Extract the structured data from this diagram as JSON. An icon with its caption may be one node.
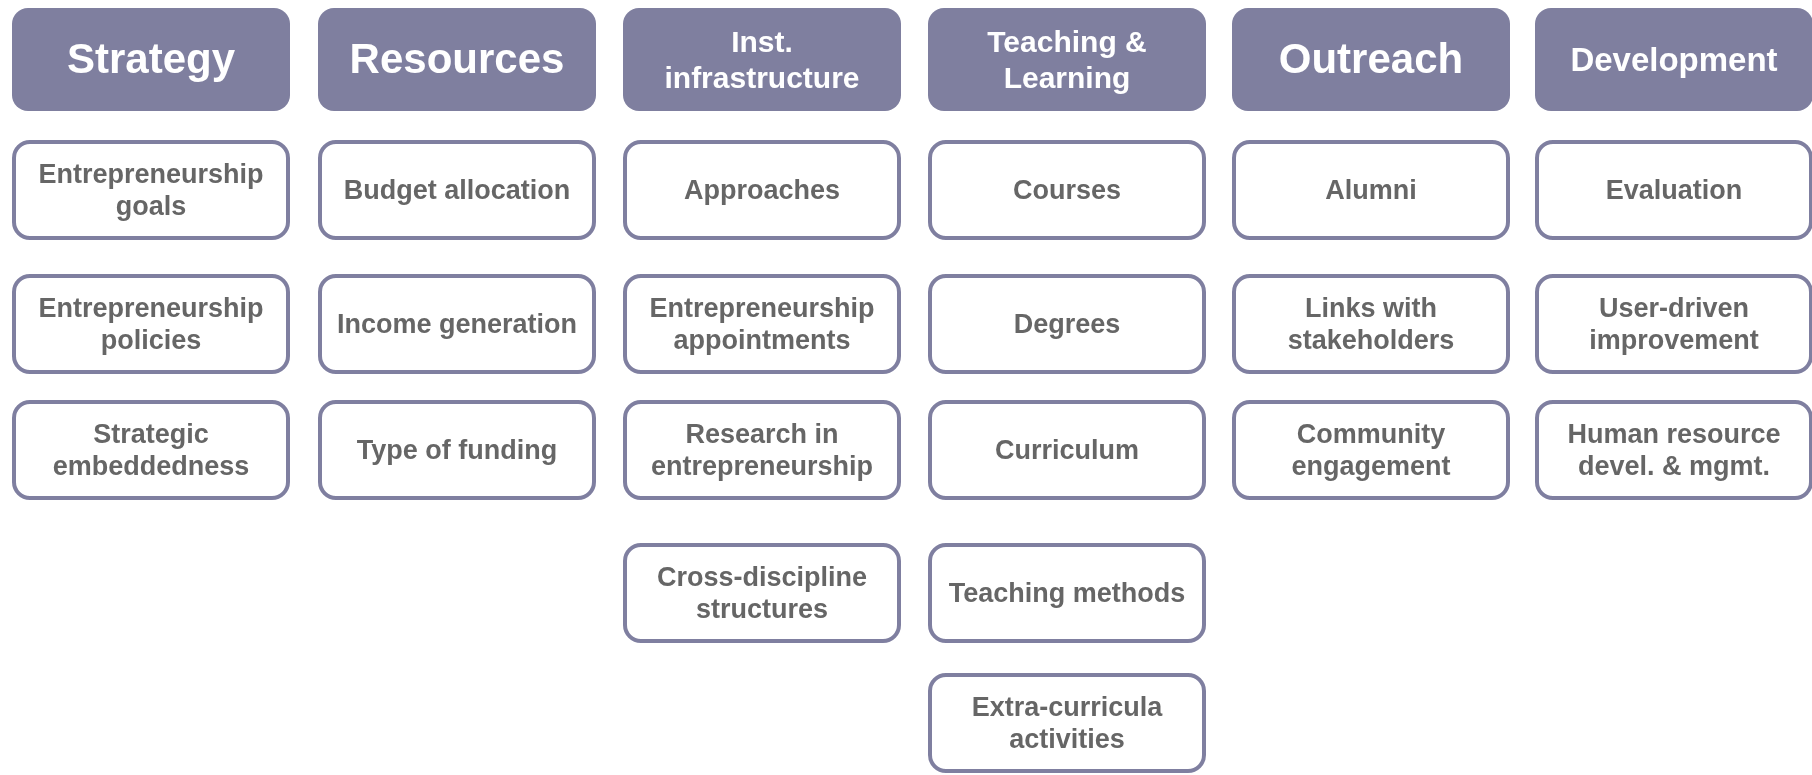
{
  "diagram": {
    "nodes": [
      {
        "text": [
          "Strategy"
        ]
      },
      {
        "text": [
          "Entrepreneurship goals"
        ]
      },
      {
        "text": [
          "Entrepreneurship policies"
        ]
      },
      {
        "text": [
          "Strategic embeddedness"
        ]
      },
      {
        "text": [
          "Resources"
        ]
      },
      {
        "text": [
          "Budget allocation"
        ]
      },
      {
        "text": [
          "Income generation"
        ]
      },
      {
        "text": [
          "Type of funding"
        ]
      },
      {
        "text": [
          "Inst. infrastructure"
        ]
      },
      {
        "text": [
          "Approaches"
        ]
      },
      {
        "text": [
          "Entrepreneurship appointments"
        ]
      },
      {
        "text": [
          "Research in entrepreneurship"
        ]
      },
      {
        "text": [
          "Cross-discipline structures"
        ]
      },
      {
        "text": [
          "Teaching & Learning"
        ]
      },
      {
        "text": [
          "Courses"
        ]
      },
      {
        "text": [
          "Degrees"
        ]
      },
      {
        "text": [
          "Curriculum"
        ]
      },
      {
        "text": [
          "Teaching methods"
        ]
      },
      {
        "text": [
          "Extra-curricula activities"
        ]
      },
      {
        "text": [
          "Outreach"
        ]
      },
      {
        "text": [
          "Alumni"
        ]
      },
      {
        "text": [
          "Links with stakeholders"
        ]
      },
      {
        "text": [
          "Community engagement"
        ]
      },
      {
        "text": [
          "Development"
        ]
      },
      {
        "text": [
          "Evaluation"
        ]
      },
      {
        "text": [
          "User-driven improvement"
        ]
      },
      {
        "text": [
          "Human resource devel. & mgmt."
        ]
      }
    ],
    "edges": []
  }
}
